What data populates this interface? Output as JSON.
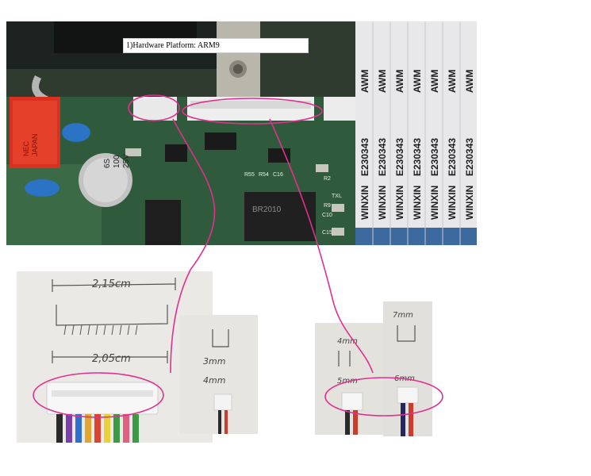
{
  "banner": {
    "text": "1)Hardware Platform: ARM9"
  },
  "pcb": {
    "ribbon_cable_text": [
      "WINXIN",
      "E230343",
      "AWM"
    ],
    "capacitor_text": [
      "6S",
      "100",
      "25V"
    ],
    "relay_text": [
      "NEC",
      "JAPAN"
    ],
    "chip_text": [
      "BR2010"
    ],
    "silkscreen": [
      "R55",
      "R54",
      "C16",
      "R9",
      "C10",
      "C15",
      "TXL",
      "R2"
    ]
  },
  "annotations": {
    "left_connector": {
      "top_width": "2,15cm",
      "bottom_width": "2,05cm"
    },
    "small_connector": {
      "height": "3mm",
      "width": "4mm"
    },
    "right_connector_a": {
      "top": "4mm",
      "bottom": "5mm"
    },
    "right_connector_b": {
      "top": "7mm",
      "bottom": "6mm"
    }
  },
  "colors": {
    "highlight": "#e0308f",
    "pcb": "#2d3a2c",
    "ribbon": "#e8e8ea"
  }
}
